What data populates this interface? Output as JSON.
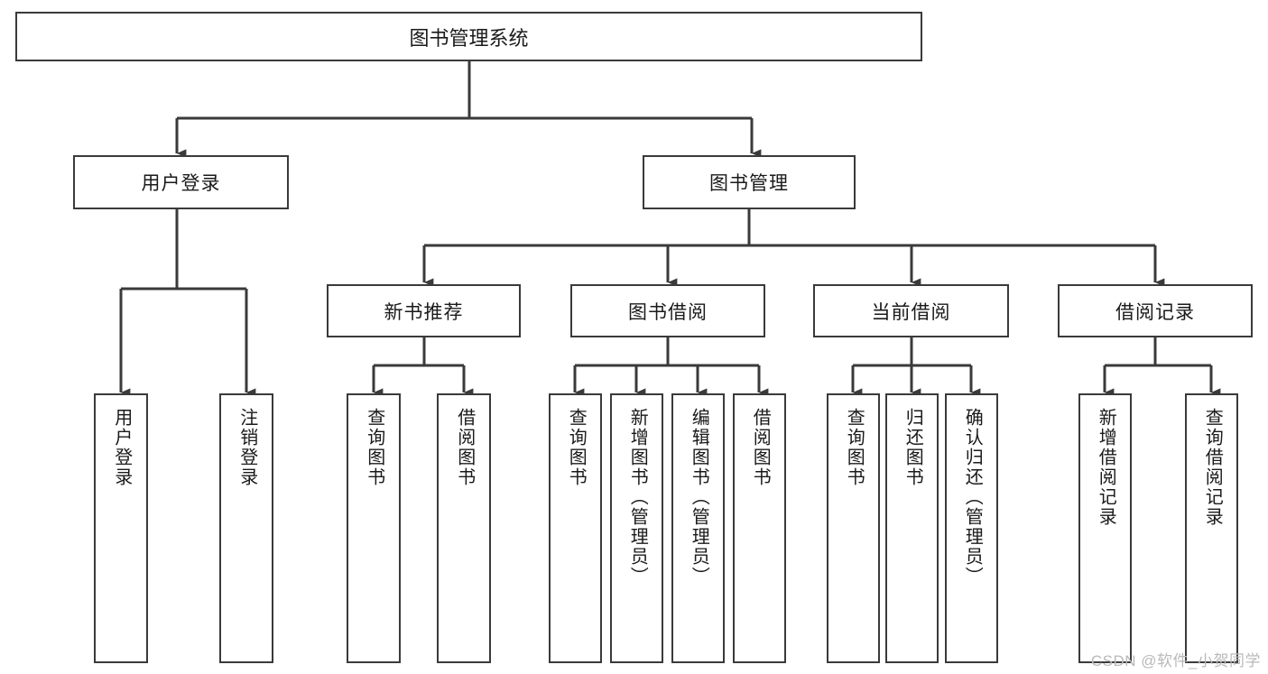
{
  "diagram": {
    "title": "图书管理系统",
    "type": "hierarchy-tree",
    "colors": {
      "stroke": "#3a3a3a",
      "text": "#1a1a1a",
      "background": "#ffffff",
      "watermark": "#b9b9b9"
    },
    "root": {
      "label": "图书管理系统"
    },
    "level2": [
      {
        "label": "用户登录"
      },
      {
        "label": "图书管理"
      }
    ],
    "level3": [
      {
        "label": "新书推荐"
      },
      {
        "label": "图书借阅"
      },
      {
        "label": "当前借阅"
      },
      {
        "label": "借阅记录"
      }
    ],
    "leaves": {
      "user_login": [
        {
          "label": "用户登录"
        },
        {
          "label": "注销登录"
        }
      ],
      "new_book": [
        {
          "label": "查询图书"
        },
        {
          "label": "借阅图书"
        }
      ],
      "book_borrow": [
        {
          "label": "查询图书"
        },
        {
          "label": "新增图书（管理员）"
        },
        {
          "label": "编辑图书（管理员）"
        },
        {
          "label": "借阅图书"
        }
      ],
      "current_borrow": [
        {
          "label": "查询图书"
        },
        {
          "label": "归还图书"
        },
        {
          "label": "确认归还（管理员）"
        }
      ],
      "borrow_record": [
        {
          "label": "新增借阅记录"
        },
        {
          "label": "查询借阅记录"
        }
      ]
    }
  },
  "watermark": {
    "text": "CSDN @软件_小贺同学"
  }
}
